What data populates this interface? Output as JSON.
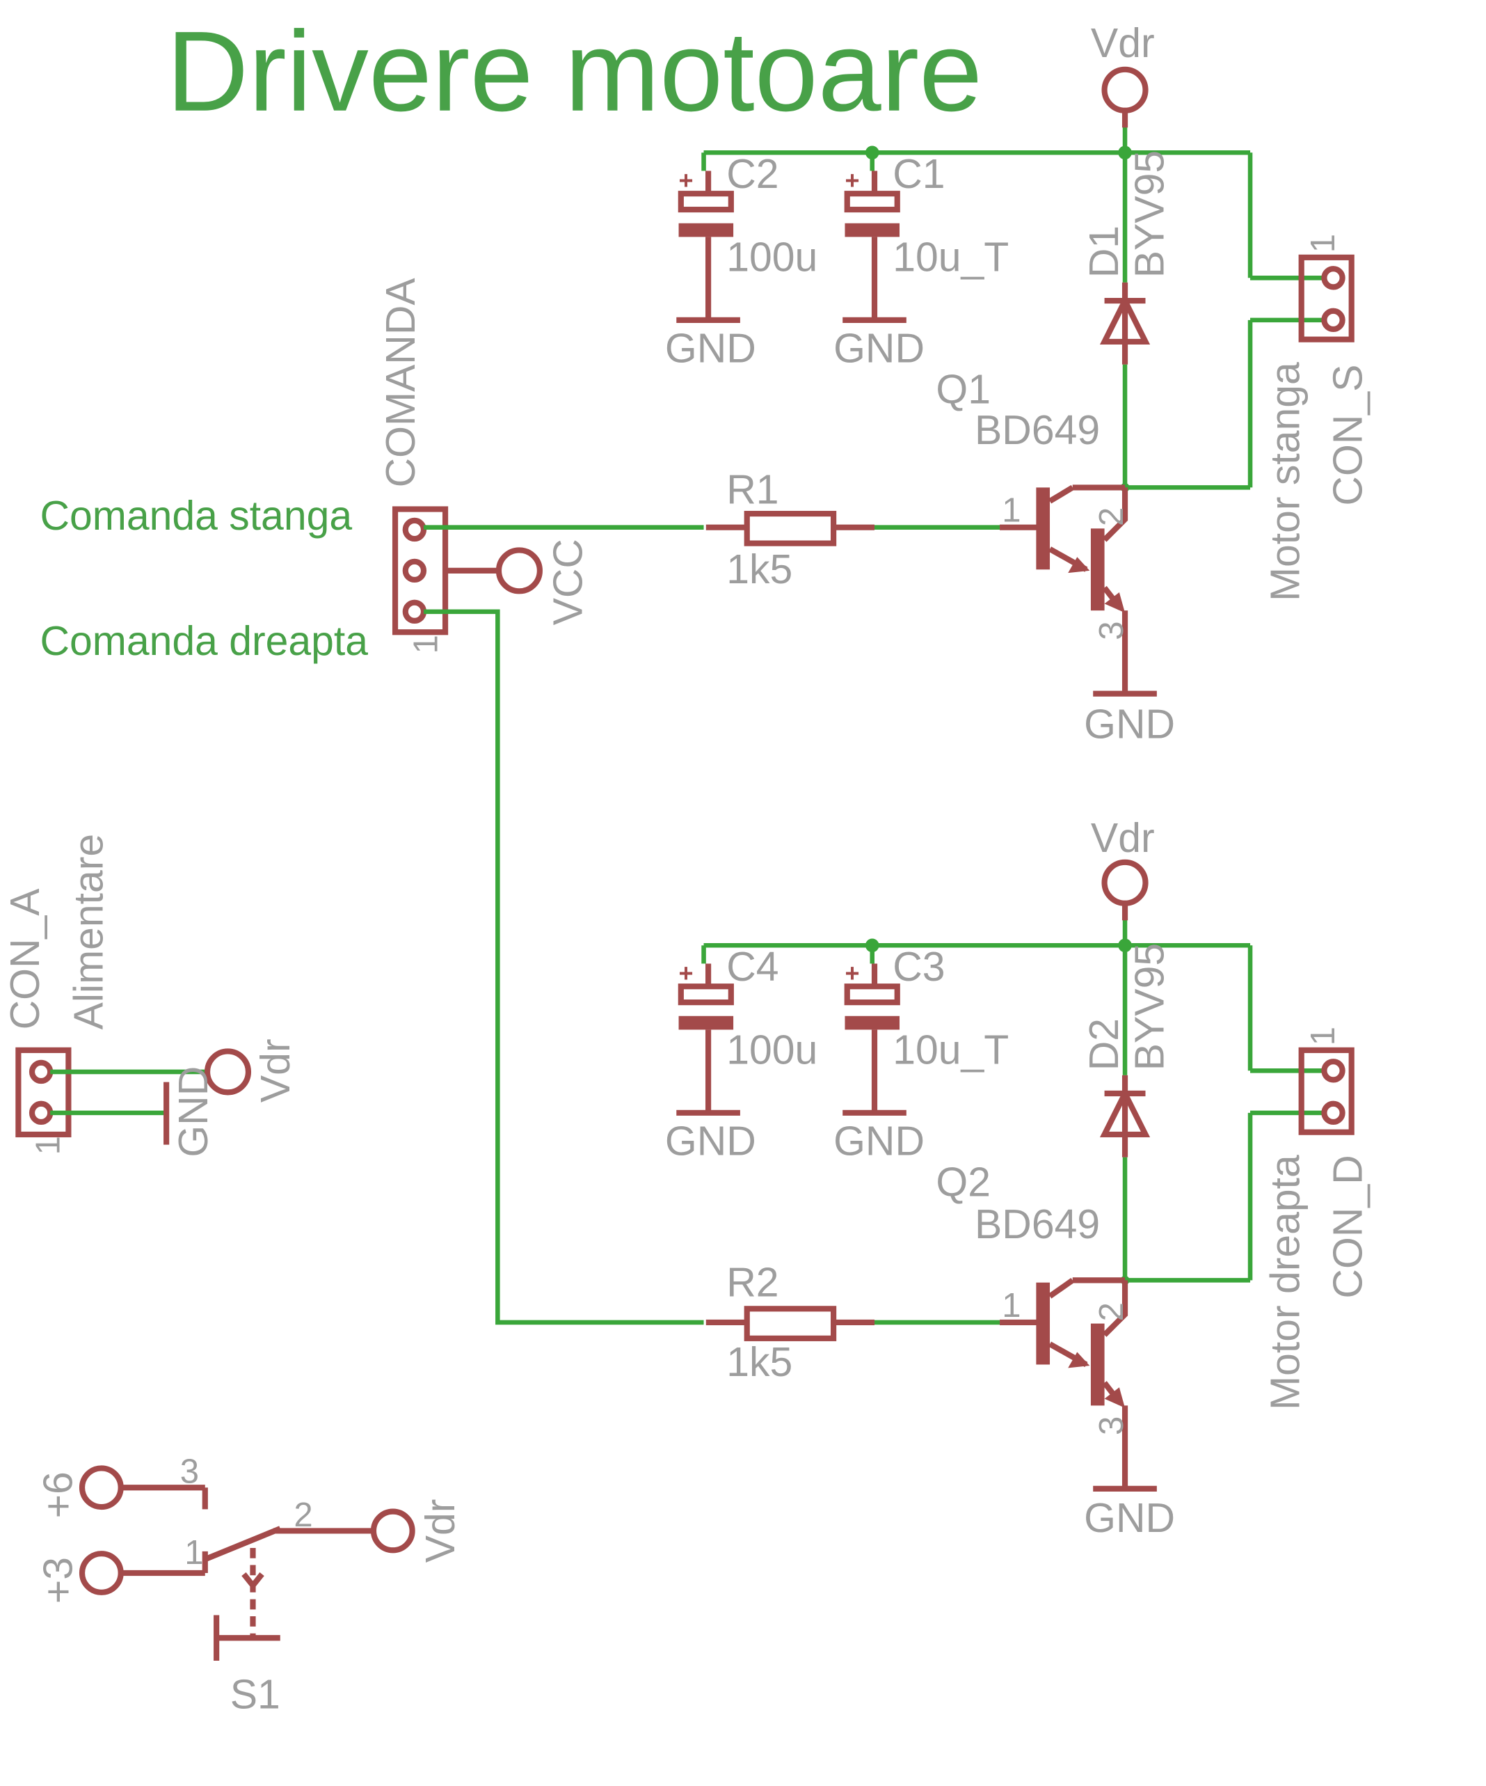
{
  "title": "Drivere motoare",
  "nets": {
    "vdr": "Vdr",
    "gnd": "GND",
    "vcc": "VCC"
  },
  "pins": {
    "p1": "1",
    "p2": "2",
    "p3": "3"
  },
  "net_labels": {
    "comanda_stanga": "Comanda stanga",
    "comanda_dreapta": "Comanda dreapta"
  },
  "components": {
    "comanda": {
      "name": "COMANDA"
    },
    "c1": {
      "name": "C1",
      "value": "10u_T"
    },
    "c2": {
      "name": "C2",
      "value": "100u"
    },
    "c3": {
      "name": "C3",
      "value": "10u_T"
    },
    "c4": {
      "name": "C4",
      "value": "100u"
    },
    "d1": {
      "name": "D1",
      "value": "BYV95"
    },
    "d2": {
      "name": "D2",
      "value": "BYV95"
    },
    "q1": {
      "name": "Q1",
      "value": "BD649"
    },
    "q2": {
      "name": "Q2",
      "value": "BD649"
    },
    "r1": {
      "name": "R1",
      "value": "1k5"
    },
    "r2": {
      "name": "R2",
      "value": "1k5"
    },
    "con_s": {
      "name": "CON_S",
      "value": "Motor stanga"
    },
    "con_d": {
      "name": "CON_D",
      "value": "Motor dreapta"
    },
    "con_a": {
      "name": "CON_A",
      "value": "Alimentare"
    },
    "s1": {
      "name": "S1",
      "pin_plus6": "+6",
      "pin_plus3": "+3"
    }
  },
  "colors": {
    "wire": "#3aa63a",
    "part": "#a34a4a",
    "label": "#9d9d9d",
    "net_label": "#48a148"
  }
}
